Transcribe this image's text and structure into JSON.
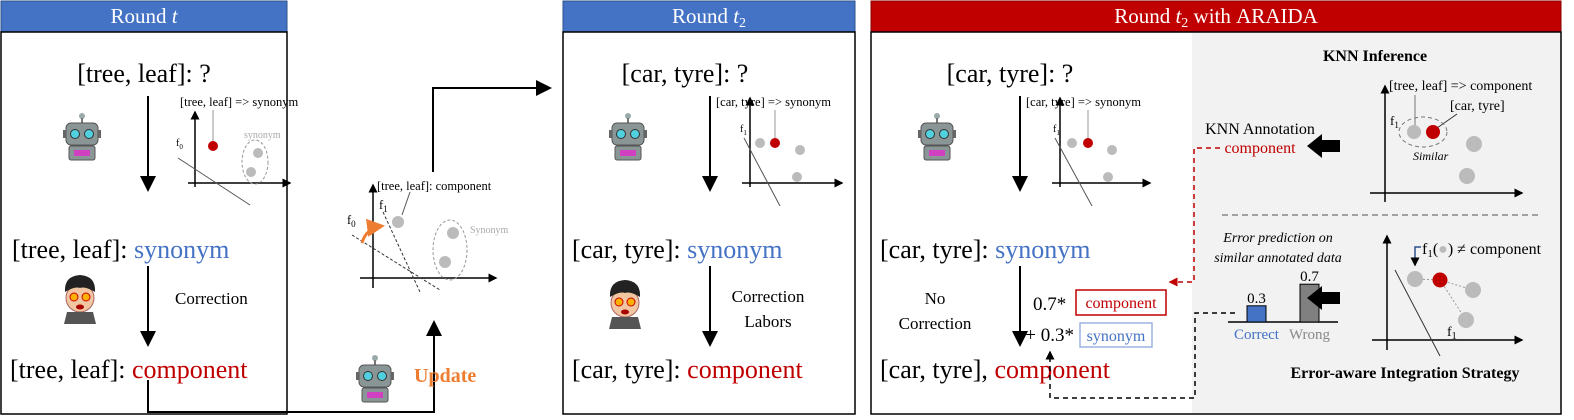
{
  "colors": {
    "blue_header": "#4472C4",
    "red_header": "#C00000",
    "synonym": "#4472C4",
    "component": "#C00000",
    "update": "#ED7D31",
    "panel_gray": "#F2F2F2"
  },
  "panel1": {
    "title": "Round ",
    "title_var": "t",
    "query": "[tree, leaf]: ?",
    "chart_label": "[tree, leaf] => synonym",
    "axis_label": "f",
    "axis_sub": "0",
    "cluster_label": "synonym",
    "prediction_prefix": "[tree, leaf]: ",
    "prediction_value": "synonym",
    "action": "Correction",
    "result_prefix": "[tree, leaf]: ",
    "result_value": "component"
  },
  "update": {
    "label": "Update",
    "chart_label": "[tree, leaf]: component",
    "f0": "f",
    "f0_sub": "0",
    "f1": "f",
    "f1_sub": "1",
    "cluster_label": "Synonym"
  },
  "panel2": {
    "title": "Round ",
    "title_var": "t",
    "title_sub": "2",
    "query": "[car, tyre]: ?",
    "chart_label": "[car, tyre] => synonym",
    "axis_label": "f",
    "axis_sub": "1",
    "prediction_prefix": "[car, tyre]: ",
    "prediction_value": "synonym",
    "action_line1": "Correction",
    "action_line2": "Labors",
    "result_prefix": "[car, tyre]: ",
    "result_value": "component"
  },
  "panel3": {
    "title_pre": "Round  ",
    "title_var": "t",
    "title_sub": "2",
    "title_post": " with ",
    "title_brand": "ARAIDA",
    "query": "[car, tyre]: ?",
    "chart_label": "[car, tyre] => synonym",
    "axis_label": "f",
    "axis_sub": "1",
    "prediction_prefix": "[car, tyre]: ",
    "prediction_value": "synonym",
    "action_line1": "No",
    "action_line2": "Correction",
    "weight1": "0.7*",
    "weight1_label": "component",
    "weight2": "+ 0.3*",
    "weight2_label": "synonym",
    "result_prefix": "[car, tyre], ",
    "result_value": "component",
    "knn": {
      "title": "KNN Inference",
      "neighbor_label": "[tree, leaf] => component",
      "query_label": "[car, tyre]",
      "axis_label": "f",
      "axis_sub": "1",
      "similar": "Similar",
      "annotation_title": "KNN Annotation",
      "annotation_value": "component"
    },
    "error": {
      "title": "Error-aware Integration Strategy",
      "caption_line1": "Error prediction on",
      "caption_line2": "similar annotated data",
      "formula_pre": "f",
      "formula_sub": "1",
      "formula_post": ") ≠ component",
      "axis_label": "f",
      "axis_sub": "1",
      "bars": [
        {
          "label": "Correct",
          "value": 0.3,
          "value_text": "0.3",
          "color": "#4472C4"
        },
        {
          "label": "Wrong",
          "value": 0.7,
          "value_text": "0.7",
          "color": "#808080"
        }
      ]
    }
  }
}
